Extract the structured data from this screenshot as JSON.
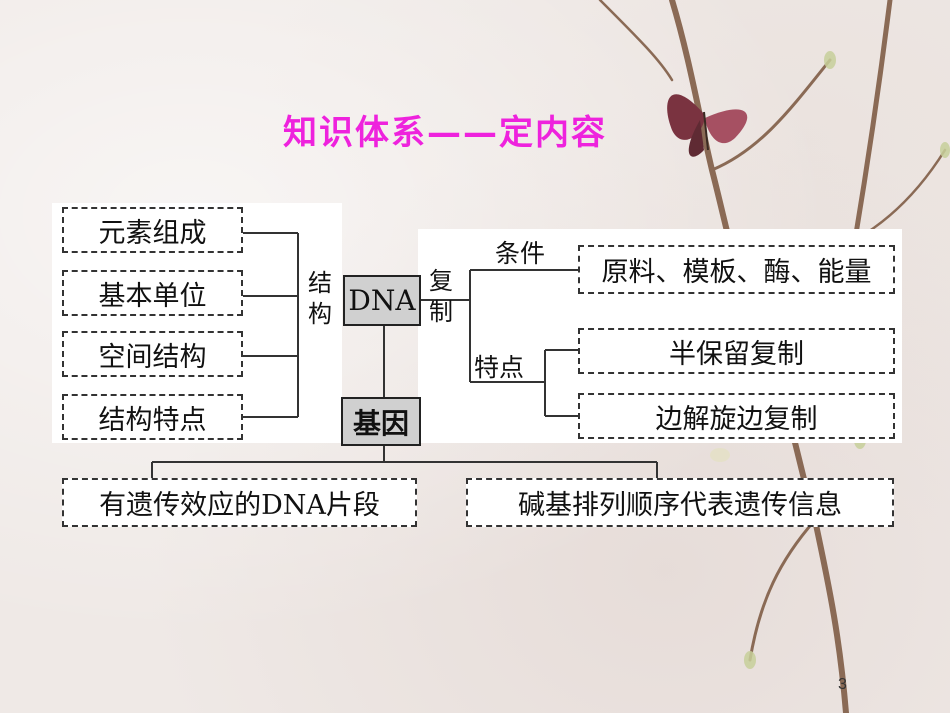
{
  "title": "知识体系——定内容",
  "page_number": "3",
  "center_node": "DNA",
  "gene_node": "基因",
  "structure": {
    "label_chars": [
      "结",
      "构"
    ],
    "items": [
      "元素组成",
      "基本单位",
      "空间结构",
      "结构特点"
    ]
  },
  "replication": {
    "label_chars": [
      "复",
      "制"
    ],
    "conditions_label": "条件",
    "conditions": "原料、模板、酶、能量",
    "features_label": "特点",
    "features": [
      "半保留复制",
      "边解旋边复制"
    ]
  },
  "gene_defs": [
    "有遗传效应的DNA片段",
    "碱基排列顺序代表遗传信息"
  ],
  "colors": {
    "title": "#ee22dd",
    "node_fill": "#d0d0d0",
    "panel": "#ffffff",
    "line": "#333333"
  }
}
